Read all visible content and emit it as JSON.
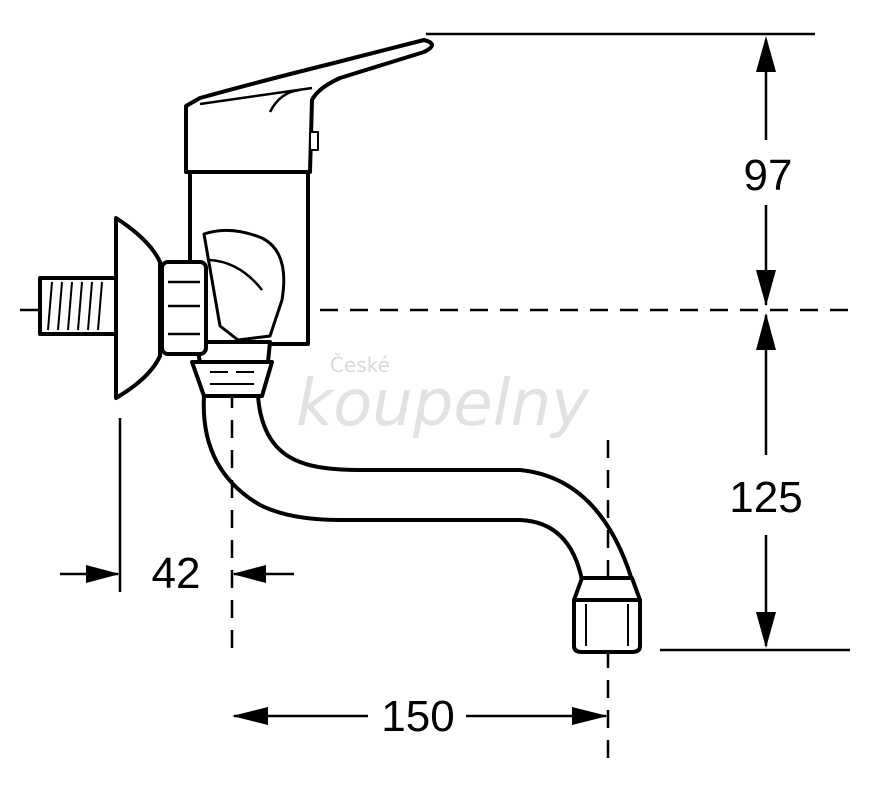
{
  "dimensions": {
    "handle_height": "97",
    "spout_drop": "125",
    "wall_offset": "42",
    "spout_reach": "150"
  },
  "watermark": {
    "line1": "České",
    "line2": "koupelny"
  },
  "colors": {
    "line": "#000000",
    "watermark": "#e0e0e0"
  }
}
